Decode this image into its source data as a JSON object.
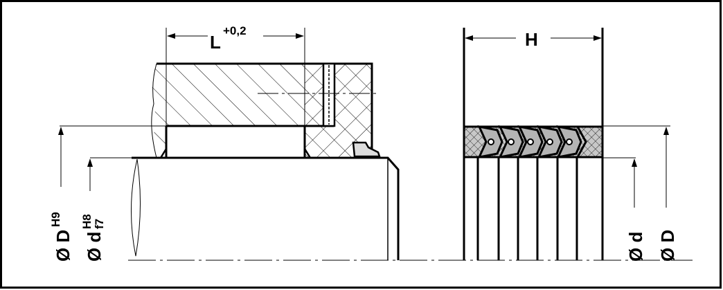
{
  "dimensions": {
    "groove_length": {
      "symbol": "L",
      "tolerance": "+0,2"
    },
    "seal_height": {
      "symbol": "H"
    },
    "bore_diameter": {
      "prefix": "Ø",
      "symbol": "D",
      "tolerance": "H9"
    },
    "shaft_diameter": {
      "prefix": "Ø",
      "symbol": "d",
      "tolerance_upper": "H8",
      "tolerance_lower": "f7"
    },
    "seal_inner": {
      "prefix": "Ø",
      "symbol": "d"
    },
    "seal_outer": {
      "prefix": "Ø",
      "symbol": "D"
    }
  },
  "colors": {
    "line": "#000000",
    "seal_fill": "#b4b4b4",
    "hatch_fill": "#c8c8c8"
  }
}
